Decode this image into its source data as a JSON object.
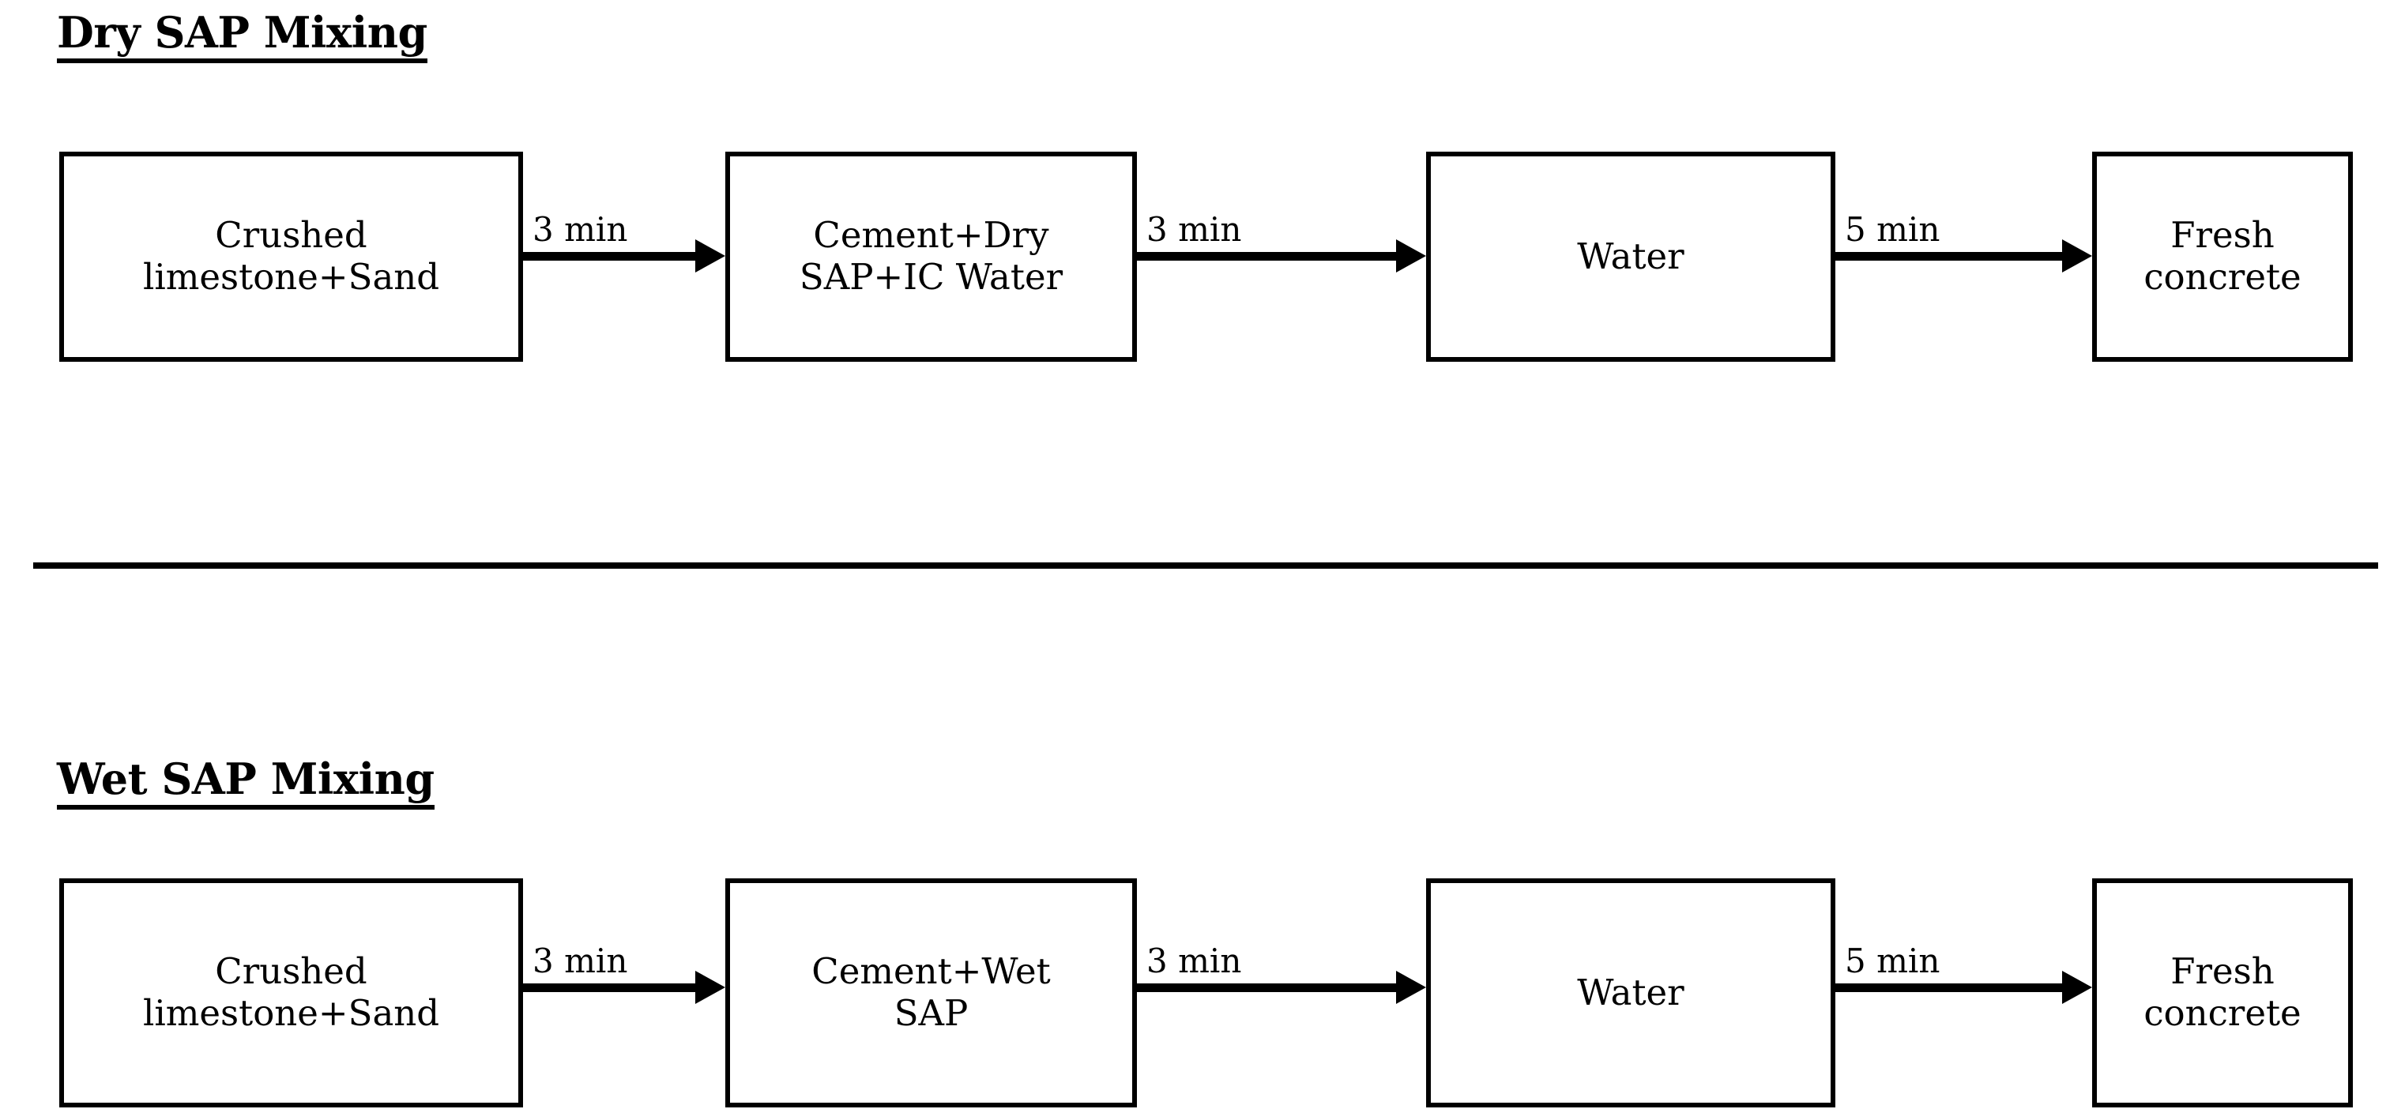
{
  "diagram": {
    "title_underline_color": "#000000",
    "line_color": "#000000",
    "background_color": "#ffffff",
    "divider": "horizontal-rule"
  },
  "sections": [
    {
      "id": "dry",
      "title": "Dry SAP Mixing",
      "boxes": [
        {
          "label": "Crushed\nlimestone+Sand"
        },
        {
          "label": "Cement+Dry\nSAP+IC Water"
        },
        {
          "label": "Water"
        },
        {
          "label": "Fresh\nconcrete"
        }
      ],
      "arrows": [
        {
          "label": "3 min"
        },
        {
          "label": "3 min"
        },
        {
          "label": "5 min"
        }
      ]
    },
    {
      "id": "wet",
      "title": "Wet SAP Mixing",
      "boxes": [
        {
          "label": "Crushed\nlimestone+Sand"
        },
        {
          "label": "Cement+Wet\nSAP"
        },
        {
          "label": "Water"
        },
        {
          "label": "Fresh\nconcrete"
        }
      ],
      "arrows": [
        {
          "label": "3 min"
        },
        {
          "label": "3 min"
        },
        {
          "label": "5 min"
        }
      ]
    }
  ]
}
